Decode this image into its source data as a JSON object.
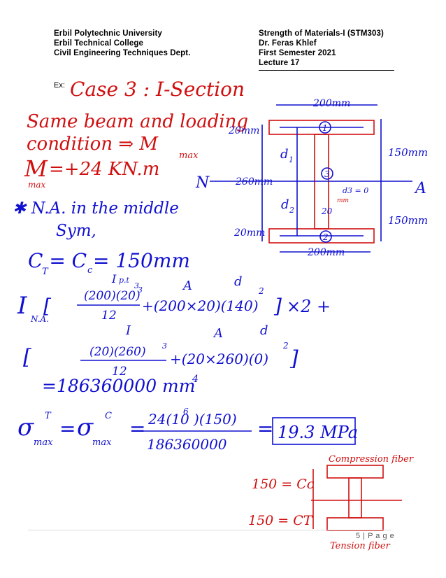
{
  "header": {
    "left": [
      "Erbil Polytechnic University",
      "Erbil Technical College",
      "Civil Engineering Techniques Dept."
    ],
    "right": [
      "Strength of Materials-I (STM303)",
      "Dr. Feras Khlef",
      "First Semester 2021",
      "Lecture 17"
    ]
  },
  "ex_label": "Ex:",
  "notes": {
    "title": "Case 3 : I-Section",
    "line1": "Same beam and loading",
    "line2": "condition ⇒ M",
    "line2_sub": "max",
    "moment": "M",
    "moment_sub": "max",
    "moment_value": "=+24 KN.m",
    "na_line": "✱ N.A. in the middle",
    "sym": "Sym,",
    "ct_cc": "C  = C  = 150mm",
    "ct_sub": "T",
    "cc_sub": "c",
    "ipoint": "I",
    "ipoint_sub": "p.t",
    "ipoint_sub2": "3",
    "A_lbl": "A",
    "d_lbl": "d",
    "I_lbl": "I",
    "i_na": "I",
    "i_na_sub": "N.A.",
    "term1_num": "(200)(20)",
    "term1_exp": "3",
    "term1_den": "12",
    "term1_rest": "+(200×20)(140)",
    "term1_rest_exp": "2",
    "times2": "×2 +",
    "term2_num": "(20)(260)",
    "term2_exp": "3",
    "term2_den": "12",
    "term2_rest": "+(20×260)(0)",
    "term2_rest_exp": "2",
    "result": "=186360000  mm",
    "result_exp": "4",
    "sigma": "σ",
    "sigma_sub": "max",
    "sigma_sup_t": "T",
    "sigma_sup_c": "C",
    "stress_num": "24(10 )(150)",
    "stress_num_exp": "6",
    "stress_den": "186360000",
    "stress_result": "19.3 MPa"
  },
  "diagram": {
    "top_width": "200mm",
    "bottom_width": "200mm",
    "flange_top": "20mm",
    "flange_bot": "20mm",
    "web_height": "260mm",
    "web_width": "20",
    "d1": "d",
    "d1_sub": "1",
    "d2": "d",
    "d2_sub": "2",
    "d3": "d3 = 0",
    "d3_note": "mm",
    "upper_half": "150mm",
    "lower_half": "150mm",
    "na_left": "N",
    "na_right": "A",
    "part1": "1",
    "part2": "2",
    "part3": "3"
  },
  "small_diagram": {
    "compression": "Compression fiber",
    "tension": "Tension fiber",
    "cc": "150 = Cc",
    "ct": "150 = CT"
  },
  "footer": {
    "page": "5 | P a g e"
  }
}
